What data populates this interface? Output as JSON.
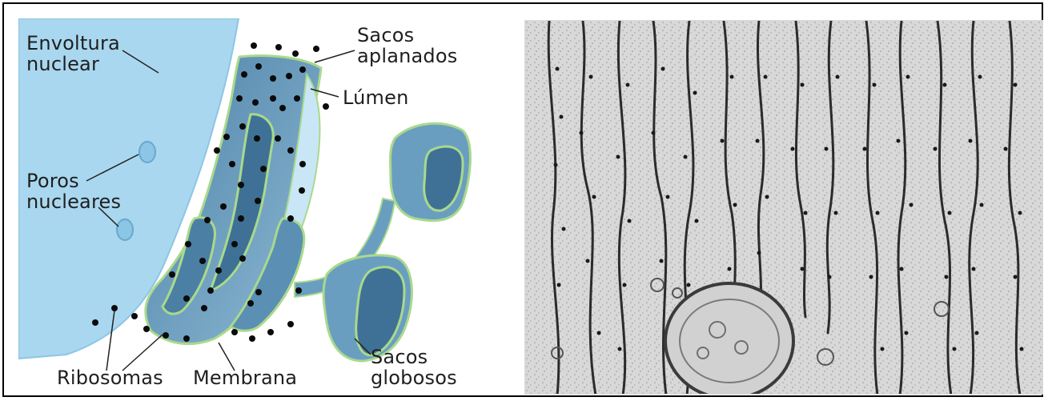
{
  "labels": {
    "envoltura_line1": "Envoltura",
    "envoltura_line2": "nuclear",
    "sacos_aplanados_line1": "Sacos",
    "sacos_aplanados_line2": "aplanados",
    "lumen": "Lúmen",
    "poros_line1": "Poros",
    "poros_line2": "nucleares",
    "ribosomas": "Ribosomas",
    "membrana": "Membrana",
    "sacos_globosos_line1": "Sacos",
    "sacos_globosos_line2": "globosos"
  },
  "colors": {
    "nuclear_envelope": "#a9d7ef",
    "cisterna_fill": "#6a9ec0",
    "cisterna_dark": "#3f7196",
    "membrane_outline": "#a9d98c",
    "ribosome": "#0b0b0b",
    "micrograph_bg": "#d4d4d4"
  }
}
